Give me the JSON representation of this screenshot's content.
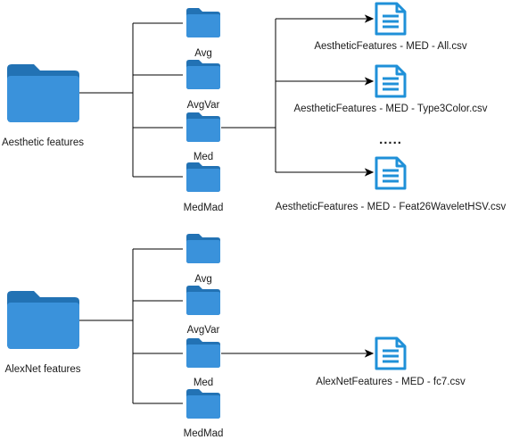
{
  "groups": [
    {
      "root_label": "Aesthetic features",
      "subfolders": [
        "Avg",
        "AvgVar",
        "Med",
        "MedMad"
      ],
      "files": [
        "AestheticFeatures - MED - All.csv",
        "AestheticFeatures - MED - Type3Color.csv",
        "AestheticFeatures - MED - Feat26WaveletHSV.csv"
      ],
      "ellipsis": "....."
    },
    {
      "root_label": "AlexNet features",
      "subfolders": [
        "Avg",
        "AvgVar",
        "Med",
        "MedMad"
      ],
      "files": [
        "AlexNetFeatures - MED - fc7.csv"
      ]
    }
  ],
  "colors": {
    "folder_back": "#2272b4",
    "folder_front": "#3a92db",
    "file_fill": "#ffffff",
    "file_stroke": "#1f90d8",
    "connector": "#000000",
    "text": "#1a1a1a"
  },
  "icons": {
    "folder": "folder-icon",
    "file": "csv-file-icon"
  }
}
